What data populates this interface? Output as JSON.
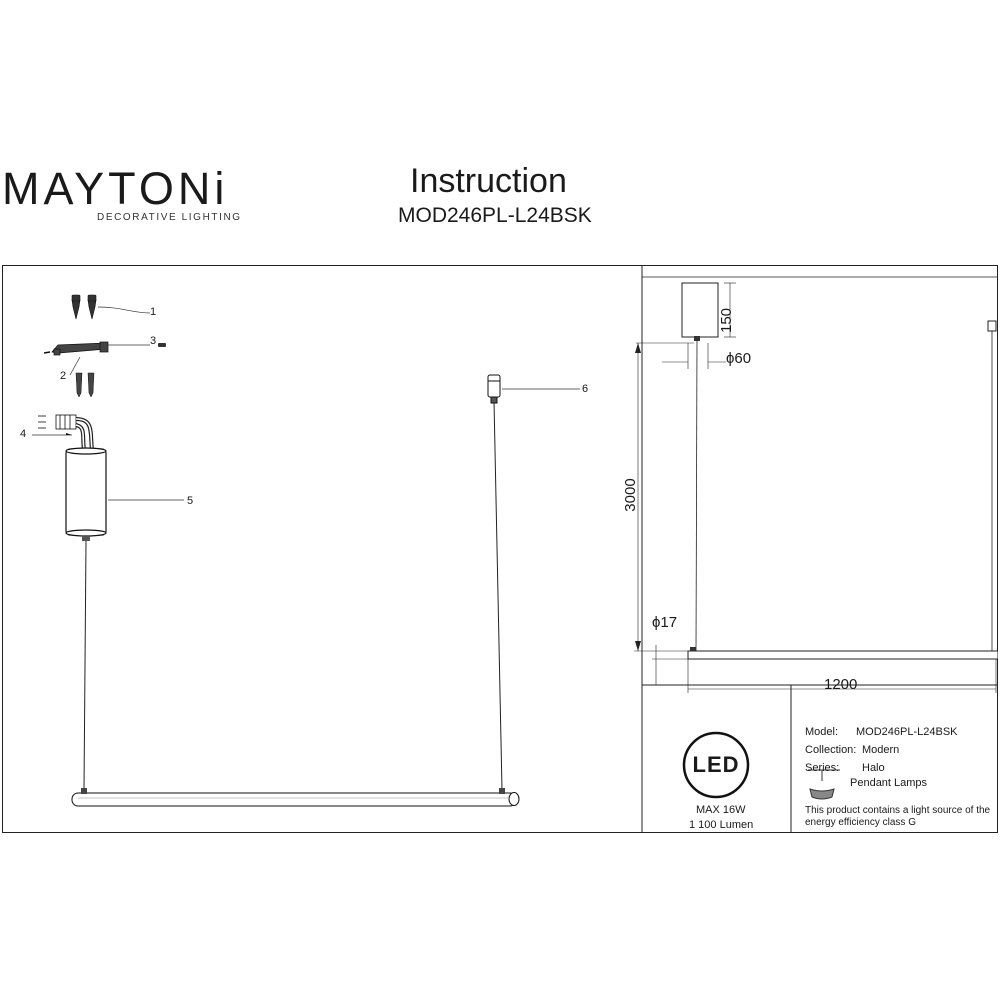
{
  "header": {
    "brand": "MAYTONi",
    "tagline": "DECORATIVE LIGHTING",
    "title": "Instruction",
    "model": "MOD246PL-L24BSK"
  },
  "parts": {
    "p1": "1",
    "p2": "2",
    "p3": "3",
    "p4": "4",
    "p5": "5",
    "p6": "6"
  },
  "dimensions": {
    "canopy_height": "150",
    "canopy_diameter": "ϕ60",
    "cable_length": "3000",
    "tube_diameter": "ϕ17",
    "tube_length": "1200"
  },
  "led_box": {
    "logo": "LED",
    "power": "MAX 16W",
    "lumen": "1 100 Lumen"
  },
  "info": {
    "model_label": "Model:",
    "model_value": "MOD246PL-L24BSK",
    "collection_label": "Collection:",
    "collection_value": "Modern",
    "series_label": "Series:",
    "series_value": "Halo",
    "type_value": "Pendant Lamps",
    "energy_line1": "This product contains a light source of the",
    "energy_line2": "energy efficiency class G"
  }
}
